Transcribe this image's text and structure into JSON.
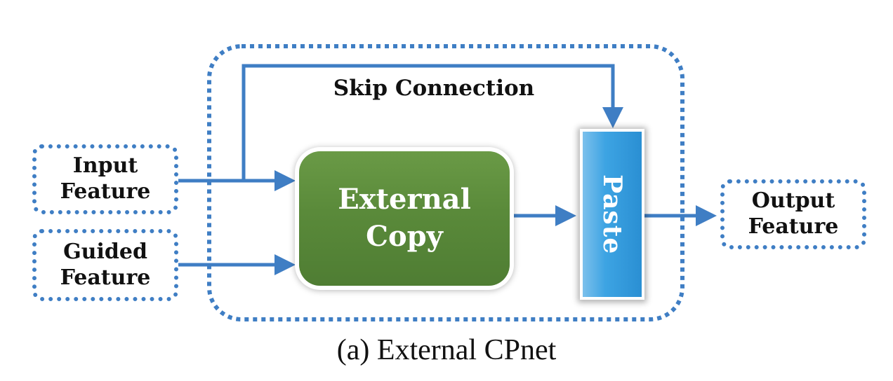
{
  "diagram": {
    "skip_connection_label": "Skip Connection",
    "caption": "(a) External CPnet",
    "nodes": {
      "input_feature": {
        "line1": "Input",
        "line2": "Feature"
      },
      "guided_feature": {
        "line1": "Guided",
        "line2": "Feature"
      },
      "external_copy": {
        "line1": "External",
        "line2": "Copy"
      },
      "paste": {
        "label": "Paste"
      },
      "output_feature": {
        "line1": "Output",
        "line2": "Feature"
      }
    },
    "colors": {
      "arrow_blue": "#3f7ec4",
      "dotted_border": "#3f7ec4",
      "external_copy_fill": "#5a8a3a",
      "paste_fill": "#3da4e3",
      "text_dark": "#111111",
      "text_light": "#ffffff"
    },
    "edges": [
      {
        "from": "input_feature",
        "to": "external_copy"
      },
      {
        "from": "guided_feature",
        "to": "external_copy"
      },
      {
        "from": "input_feature",
        "to": "paste",
        "via": "skip_connection"
      },
      {
        "from": "external_copy",
        "to": "paste"
      },
      {
        "from": "paste",
        "to": "output_feature"
      }
    ]
  }
}
